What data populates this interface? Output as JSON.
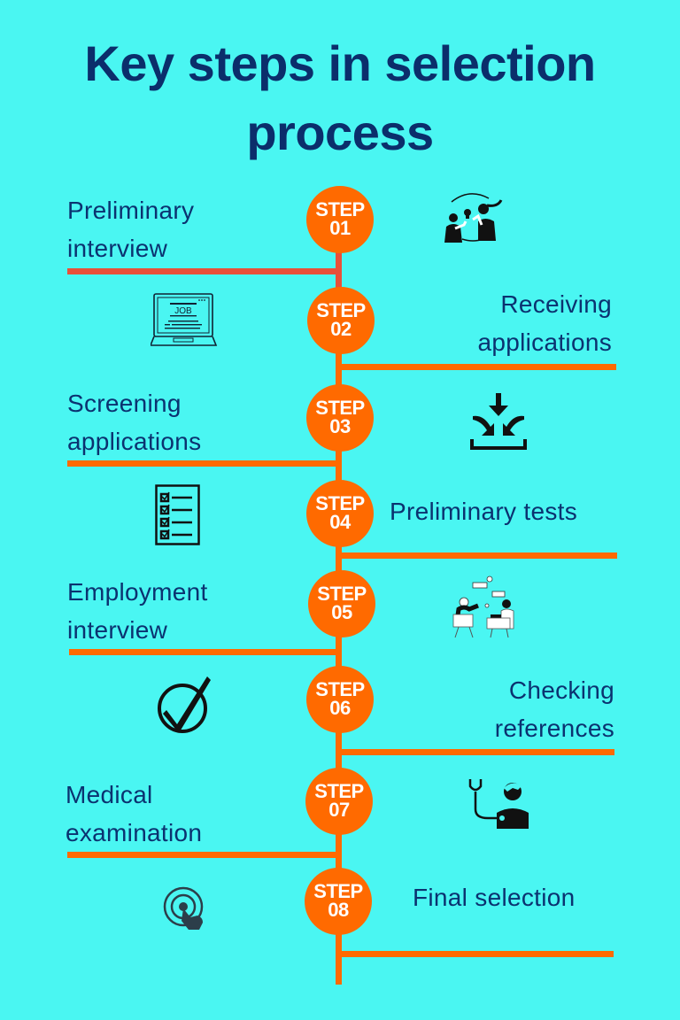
{
  "title": {
    "line1": "Key steps in selection",
    "line2": "process"
  },
  "colors": {
    "background": "#4af6f2",
    "title_text": "#0b2e6b",
    "label_text": "#0b3270",
    "accent_orange": "#ff6a00",
    "first_connector_red": "#e8503a",
    "step_text": "#ffffff"
  },
  "steps": [
    {
      "badge_word": "STEP",
      "number": "01",
      "label_line1": "Preliminary",
      "label_line2": "interview",
      "side": "left",
      "icon": "interview-people-icon"
    },
    {
      "badge_word": "STEP",
      "number": "02",
      "label_line1": "Receiving",
      "label_line2": "applications",
      "side": "right",
      "icon": "job-laptop-icon"
    },
    {
      "badge_word": "STEP",
      "number": "03",
      "label_line1": "Screening",
      "label_line2": "applications",
      "side": "left",
      "icon": "inbox-download-icon"
    },
    {
      "badge_word": "STEP",
      "number": "04",
      "label_line1": "Preliminary tests",
      "label_line2": "",
      "side": "right",
      "icon": "checklist-icon"
    },
    {
      "badge_word": "STEP",
      "number": "05",
      "label_line1": "Employment",
      "label_line2": "interview",
      "side": "left",
      "icon": "conversation-chairs-icon"
    },
    {
      "badge_word": "STEP",
      "number": "06",
      "label_line1": "Checking",
      "label_line2": "references",
      "side": "right",
      "icon": "check-circle-icon"
    },
    {
      "badge_word": "STEP",
      "number": "07",
      "label_line1": "Medical",
      "label_line2": "examination",
      "side": "left",
      "icon": "doctor-stethoscope-icon"
    },
    {
      "badge_word": "STEP",
      "number": "08",
      "label_line1": "Final selection",
      "label_line2": "",
      "side": "right",
      "icon": "tap-target-icon"
    }
  ]
}
